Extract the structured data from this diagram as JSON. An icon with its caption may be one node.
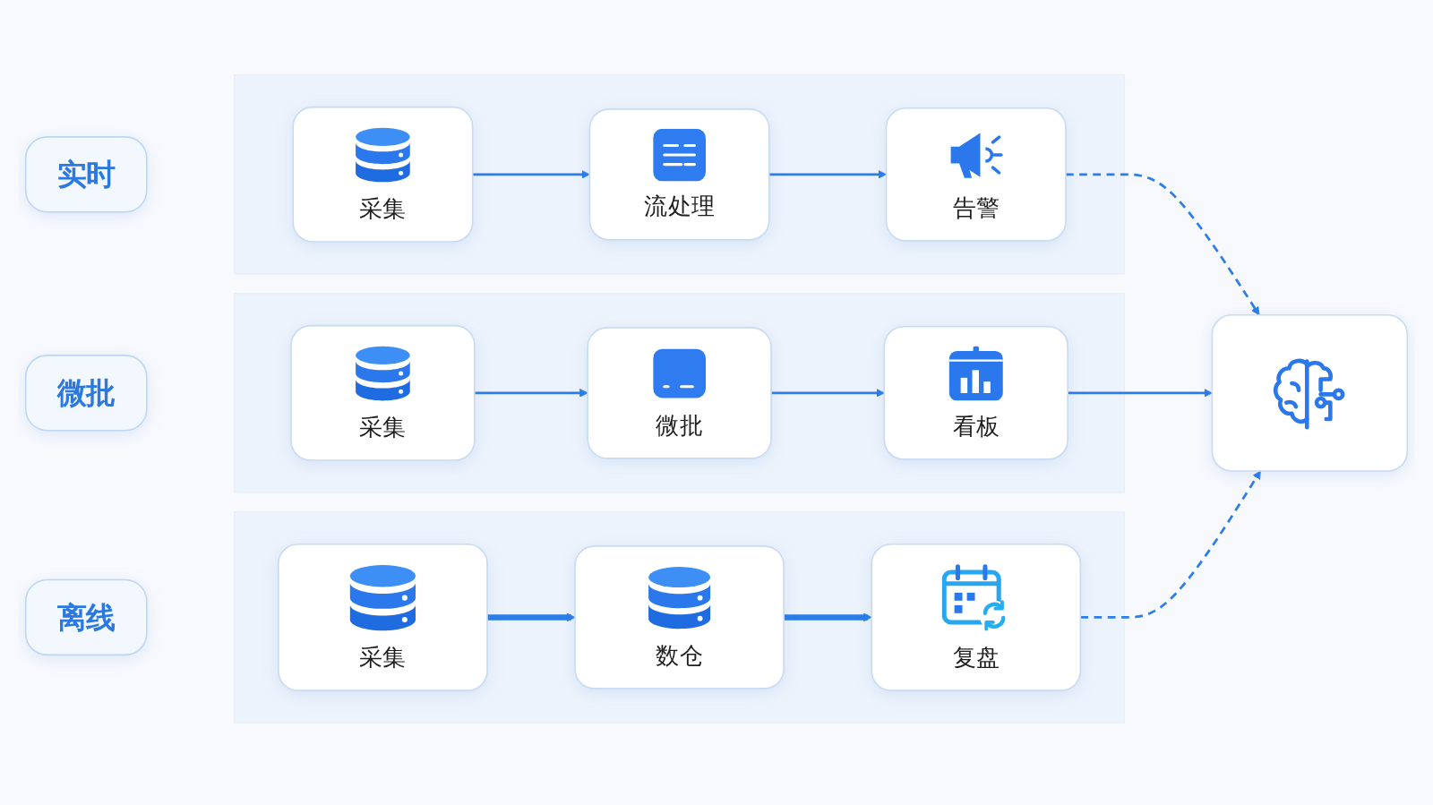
{
  "diagram": {
    "nodes": [
      {
        "text": [
          "实时"
        ]
      },
      {
        "text": [],
        "shape": "band"
      },
      {
        "text": [
          "采集"
        ],
        "in": 1
      },
      {
        "text": [
          "流处理"
        ],
        "in": 1
      },
      {
        "text": [
          "告警"
        ],
        "in": 1
      },
      {
        "text": [
          "微批"
        ]
      },
      {
        "text": [],
        "shape": "band"
      },
      {
        "text": [
          "采集"
        ],
        "in": 6
      },
      {
        "text": [
          "微批"
        ],
        "in": 6
      },
      {
        "text": [
          "看板"
        ],
        "in": 6
      },
      {
        "text": [
          "离线"
        ]
      },
      {
        "text": [],
        "shape": "band"
      },
      {
        "text": [
          "采集"
        ],
        "in": 11
      },
      {
        "text": [
          "数仓"
        ],
        "in": 11
      },
      {
        "text": [
          "复盘"
        ],
        "in": 11
      },
      {
        "text": [],
        "shape": "box"
      }
    ],
    "edges": [
      {
        "from": 2,
        "to": 3,
        "arrow": "to"
      },
      {
        "from": 3,
        "to": 4,
        "arrow": "to"
      },
      {
        "from": 4,
        "to": 15,
        "arrow": "to",
        "style": "dashed"
      },
      {
        "from": 7,
        "to": 8,
        "arrow": "to"
      },
      {
        "from": 8,
        "to": 9,
        "arrow": "to"
      },
      {
        "from": 9,
        "to": 15,
        "arrow": "to"
      },
      {
        "from": 12,
        "to": 13,
        "arrow": "to",
        "style": "thick"
      },
      {
        "from": 13,
        "to": 14,
        "arrow": "to",
        "style": "thick"
      },
      {
        "from": 14,
        "to": 15,
        "arrow": "to",
        "style": "dashed"
      }
    ]
  }
}
